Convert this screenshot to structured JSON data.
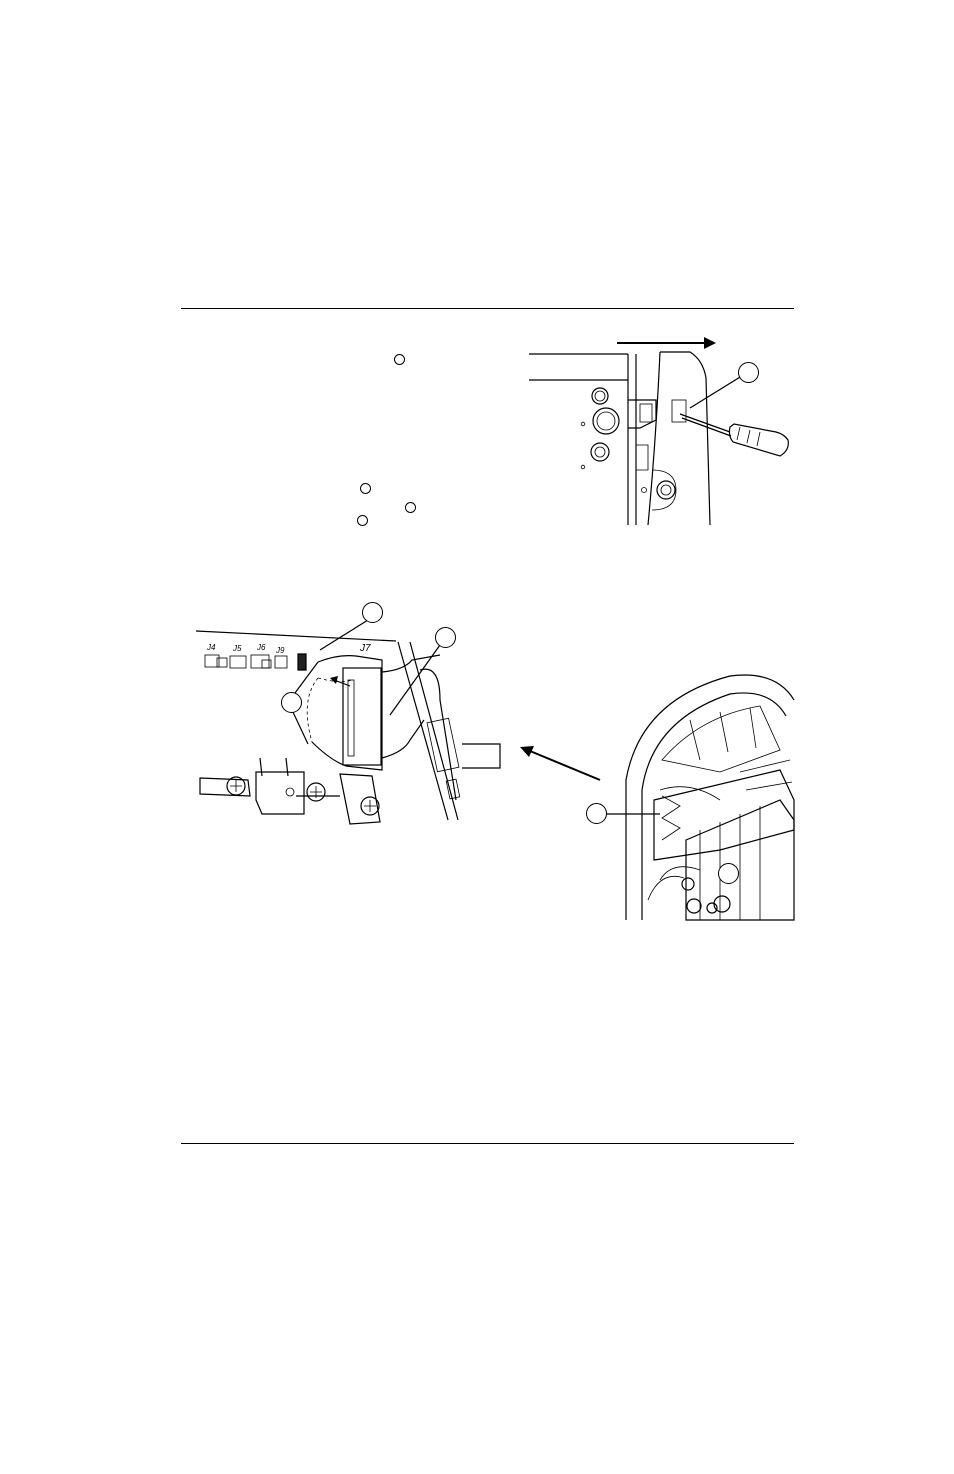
{
  "callouts": {
    "text_1": "",
    "text_2": "",
    "text_3": "",
    "text_4": "",
    "fig1": "",
    "fig2_cable": "",
    "fig2_connector": "",
    "fig2_screws": "",
    "fig3_cable": "",
    "fig3_board": ""
  },
  "figure_labels": {
    "j4": "J4",
    "j5": "J5",
    "j6": "J6",
    "j9": "J9",
    "j7": "J7"
  },
  "colors": {
    "line": "#000000",
    "background": "#ffffff"
  }
}
